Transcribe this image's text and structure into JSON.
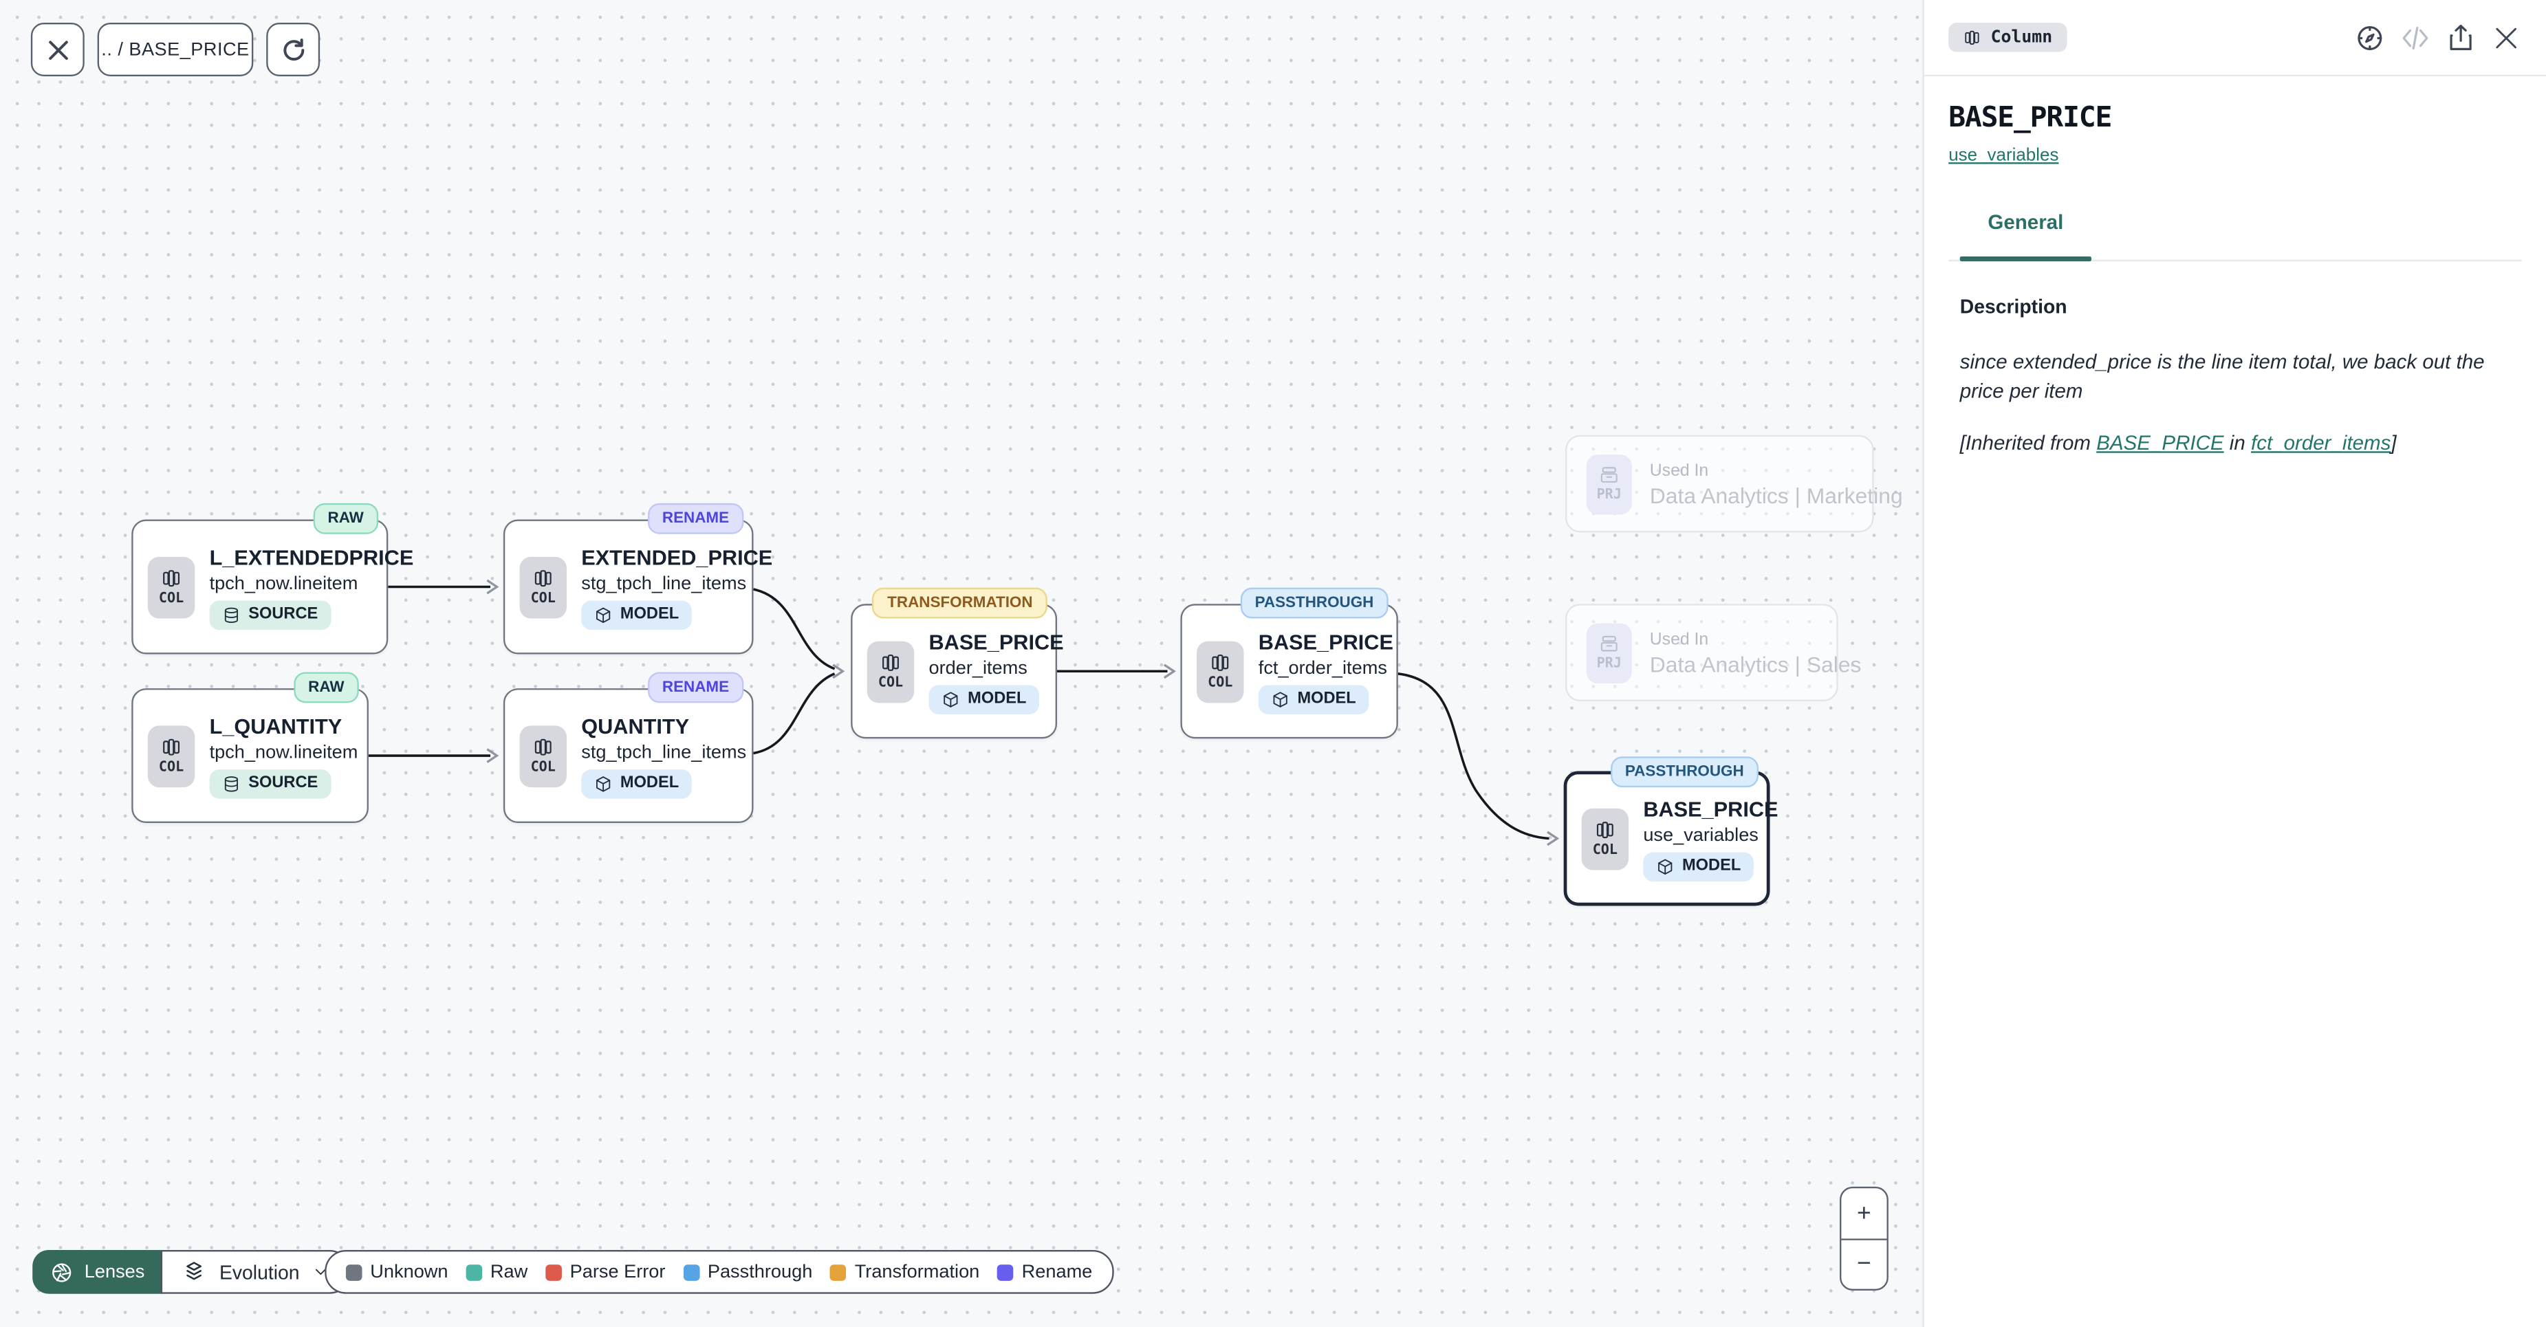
{
  "toolbar": {
    "breadcrumb": ".. / BASE_PRICE"
  },
  "graph": {
    "nodes": [
      {
        "badge": "RAW",
        "icon_label": "COL",
        "title": "L_EXTENDEDPRICE",
        "subtitle": "tpch_now.lineitem",
        "chip": "SOURCE"
      },
      {
        "badge": "RENAME",
        "icon_label": "COL",
        "title": "EXTENDED_PRICE",
        "subtitle": "stg_tpch_line_items",
        "chip": "MODEL"
      },
      {
        "badge": "RAW",
        "icon_label": "COL",
        "title": "L_QUANTITY",
        "subtitle": "tpch_now.lineitem",
        "chip": "SOURCE"
      },
      {
        "badge": "RENAME",
        "icon_label": "COL",
        "title": "QUANTITY",
        "subtitle": "stg_tpch_line_items",
        "chip": "MODEL"
      },
      {
        "badge": "TRANSFORMATION",
        "icon_label": "COL",
        "title": "BASE_PRICE",
        "subtitle": "order_items",
        "chip": "MODEL"
      },
      {
        "badge": "PASSTHROUGH",
        "icon_label": "COL",
        "title": "BASE_PRICE",
        "subtitle": "fct_order_items",
        "chip": "MODEL"
      },
      {
        "badge": "PASSTHROUGH",
        "icon_label": "COL",
        "title": "BASE_PRICE",
        "subtitle": "use_variables",
        "chip": "MODEL",
        "selected": true
      }
    ],
    "used_in": [
      {
        "icon_label": "PRJ",
        "label": "Used In",
        "name": "Data Analytics | Marketing"
      },
      {
        "icon_label": "PRJ",
        "label": "Used In",
        "name": "Data Analytics | Sales"
      }
    ]
  },
  "lenses": {
    "button_label": "Lenses",
    "selected_lens": "Evolution"
  },
  "legend": {
    "items": [
      {
        "label": "Unknown",
        "color": "#6e7680"
      },
      {
        "label": "Raw",
        "color": "#4cb5a3"
      },
      {
        "label": "Parse Error",
        "color": "#dd5a4c"
      },
      {
        "label": "Passthrough",
        "color": "#57a4e4"
      },
      {
        "label": "Transformation",
        "color": "#e5a23a"
      },
      {
        "label": "Rename",
        "color": "#675ef0"
      }
    ]
  },
  "zoom_controls": {
    "zoom_in": "+",
    "zoom_out": "−"
  },
  "panel": {
    "type_badge": "Column",
    "title": "BASE_PRICE",
    "model_link": "use_variables",
    "tabs": [
      {
        "label": "General"
      }
    ],
    "description": {
      "heading": "Description",
      "text": "since extended_price is the line item total, we back out the price per item",
      "inherited": {
        "prefix": "[Inherited from ",
        "link_column": "BASE_PRICE",
        "middle": " in ",
        "link_model": "fct_order_items",
        "suffix": "]"
      }
    }
  },
  "colors": {
    "accent_teal": "#2f6f68",
    "lenses_button": "#35695c",
    "badge_raw_bg": "#d6f3e6",
    "badge_rename_bg": "#dfe1fc",
    "badge_transformation_bg": "#fbf2cb",
    "badge_passthrough_bg": "#dbecfb",
    "edge": "#14181f"
  }
}
